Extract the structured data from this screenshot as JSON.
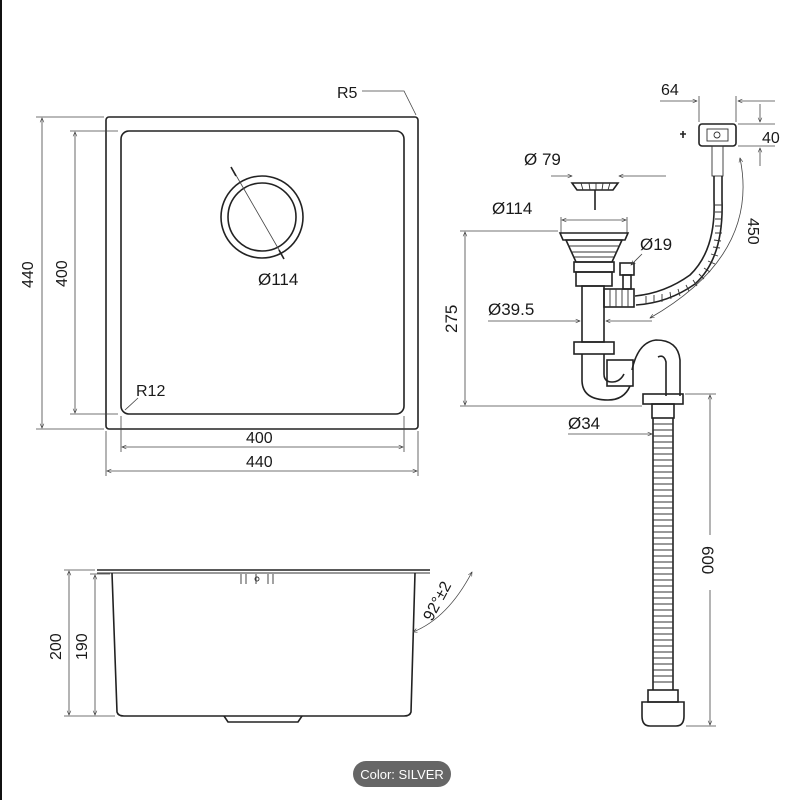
{
  "colors": {
    "line": "#222222",
    "badge_bg": "#666666",
    "badge_text": "#ffffff"
  },
  "top_view": {
    "outer_corner_radius": "R5",
    "outer_width": "440",
    "inner_width": "400",
    "outer_height": "440",
    "inner_height": "400",
    "drain_diameter": "Ø114",
    "inner_corner_radius": "R12"
  },
  "side_view": {
    "outer_depth": "200",
    "inner_depth": "190",
    "wall_angle": "92°±2"
  },
  "drain_kit": {
    "overflow_width": "64",
    "overflow_height": "40",
    "strainer_diameter": "Ø 79",
    "basket_diameter": "Ø114",
    "overflow_hose_length": "450",
    "overflow_pipe_diameter": "Ø19",
    "trap_height": "275",
    "tail_pipe_diameter": "Ø39.5",
    "outlet_diameter": "Ø34",
    "drain_hose_length": "600"
  },
  "badge": {
    "label": "Color: SILVER"
  }
}
